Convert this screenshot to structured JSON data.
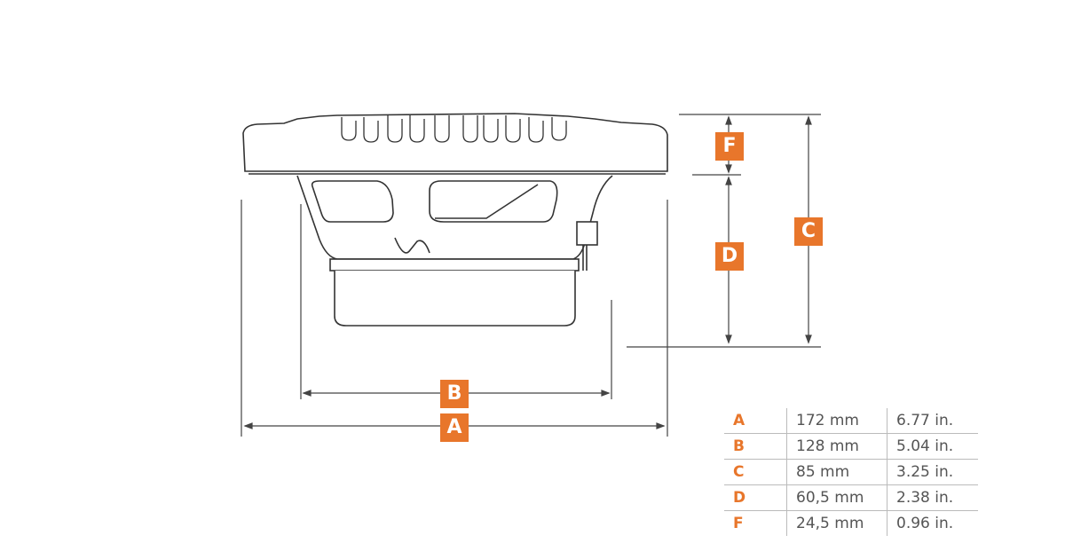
{
  "accent_color": "#e8762b",
  "labels": {
    "A": "A",
    "B": "B",
    "C": "C",
    "D": "D",
    "F": "F"
  },
  "dimensions": [
    {
      "key": "A",
      "mm": "172 mm",
      "in": "6.77 in."
    },
    {
      "key": "B",
      "mm": "128 mm",
      "in": "5.04 in."
    },
    {
      "key": "C",
      "mm": "85 mm",
      "in": "3.25 in."
    },
    {
      "key": "D",
      "mm": "60,5 mm",
      "in": "2.38 in."
    },
    {
      "key": "F",
      "mm": "24,5 mm",
      "in": "0.96 in."
    }
  ]
}
